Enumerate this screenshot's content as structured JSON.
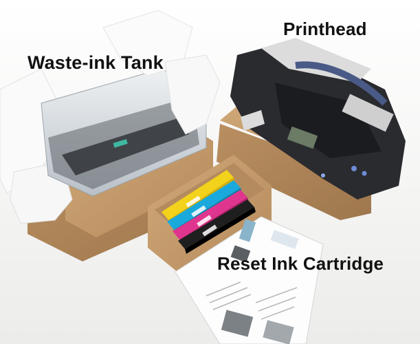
{
  "labels": {
    "waste_ink_tank": "Waste-ink Tank",
    "printhead": "Printhead",
    "reset_ink_cartridge": "Reset Ink Cartridge"
  },
  "colors": {
    "background": "#f4f4f2",
    "cardboard": "#c49a6c",
    "foam": "#f7f7f7",
    "cartridge_yellow": "#f2d21a",
    "cartridge_cyan": "#19a9dc",
    "cartridge_magenta": "#e0358f",
    "cartridge_black": "#1f1f1f",
    "label_text": "#111111"
  }
}
